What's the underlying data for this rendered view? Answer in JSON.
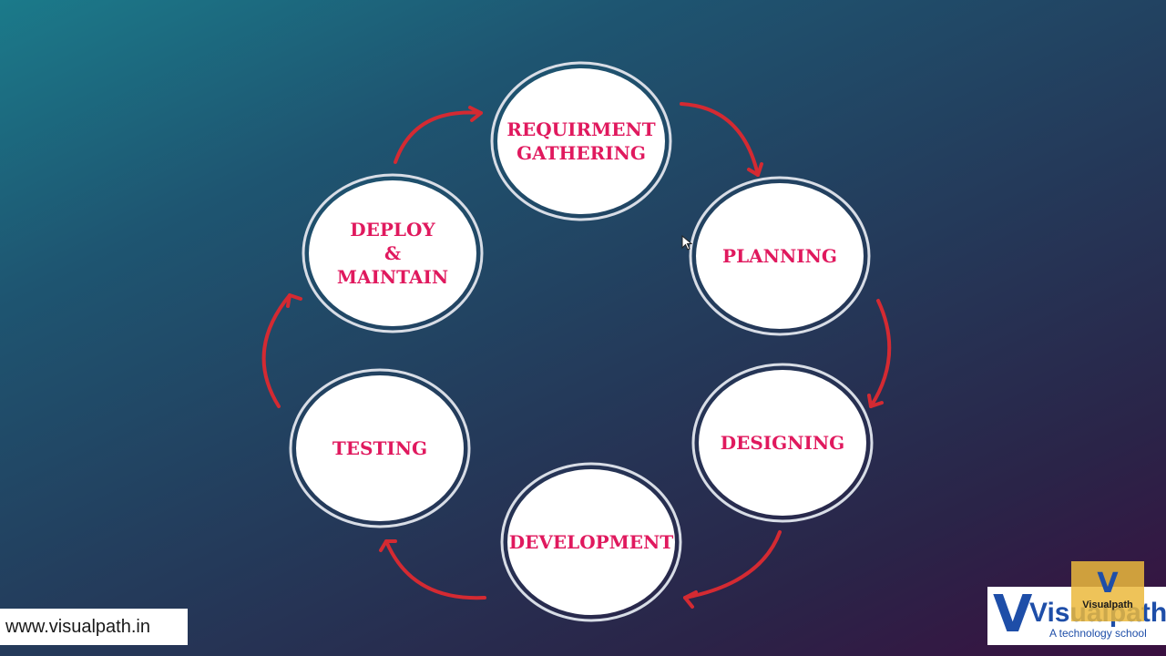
{
  "diagram": {
    "nodes": [
      {
        "id": "requirement-gathering",
        "lines": [
          "REQUIRMENT",
          "GATHERING"
        ]
      },
      {
        "id": "planning",
        "lines": [
          "PLANNING"
        ]
      },
      {
        "id": "designing",
        "lines": [
          "DESIGNING"
        ]
      },
      {
        "id": "development",
        "lines": [
          "DEVELOPMENT"
        ]
      },
      {
        "id": "testing",
        "lines": [
          "TESTING"
        ]
      },
      {
        "id": "deploy-maintain",
        "lines": [
          "DEPLOY",
          "&",
          "MAINTAIN"
        ]
      }
    ],
    "edges": [
      {
        "from": "requirement-gathering",
        "to": "planning"
      },
      {
        "from": "planning",
        "to": "designing"
      },
      {
        "from": "designing",
        "to": "development"
      },
      {
        "from": "development",
        "to": "testing"
      },
      {
        "from": "testing",
        "to": "deploy-maintain"
      },
      {
        "from": "deploy-maintain",
        "to": "requirement-gathering"
      }
    ],
    "colors": {
      "node_text": "#e0195e",
      "arrow": "#d42a32",
      "node_fill": "#ffffff"
    }
  },
  "footer": {
    "website": "www.visualpath.in",
    "logo_mark": "V",
    "logo_name": "Visualpath",
    "logo_tagline": "A technology school",
    "badge_mark": "V",
    "badge_text": "Visualpath"
  },
  "icons": {
    "cursor": "mouse-pointer-icon"
  }
}
